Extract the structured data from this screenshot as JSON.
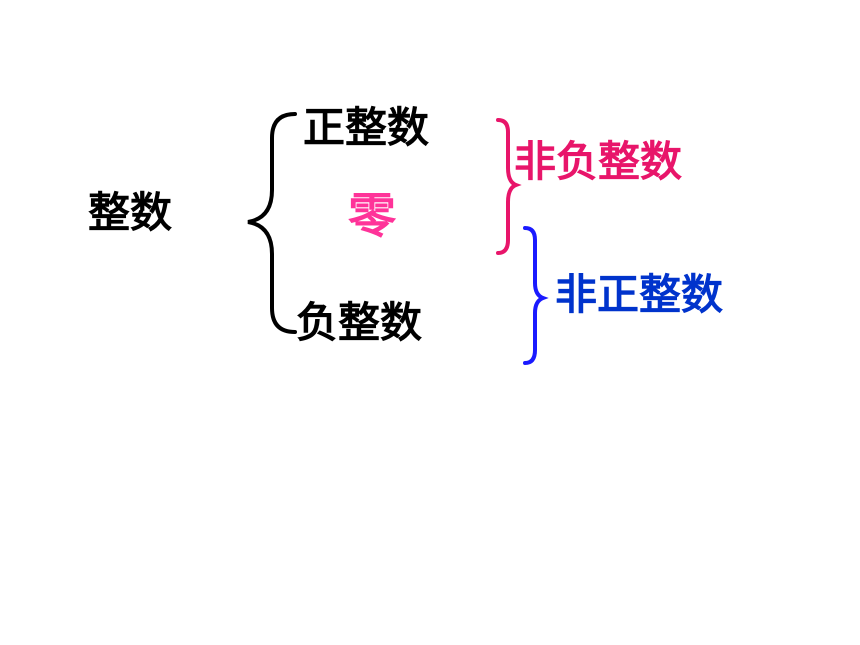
{
  "root": {
    "label": "整数"
  },
  "branches": {
    "positive": "正整数",
    "zero": "零",
    "negative": "负整数"
  },
  "groups": {
    "non_negative": "非负整数",
    "non_positive": "非正整数"
  },
  "colors": {
    "text": "#000000",
    "zero": "#ff3399",
    "non_negative": "#e8156a",
    "non_positive": "#0033cc",
    "main_brace": "#000000",
    "non_negative_brace": "#e8156a",
    "non_positive_brace": "#1a1aff"
  }
}
